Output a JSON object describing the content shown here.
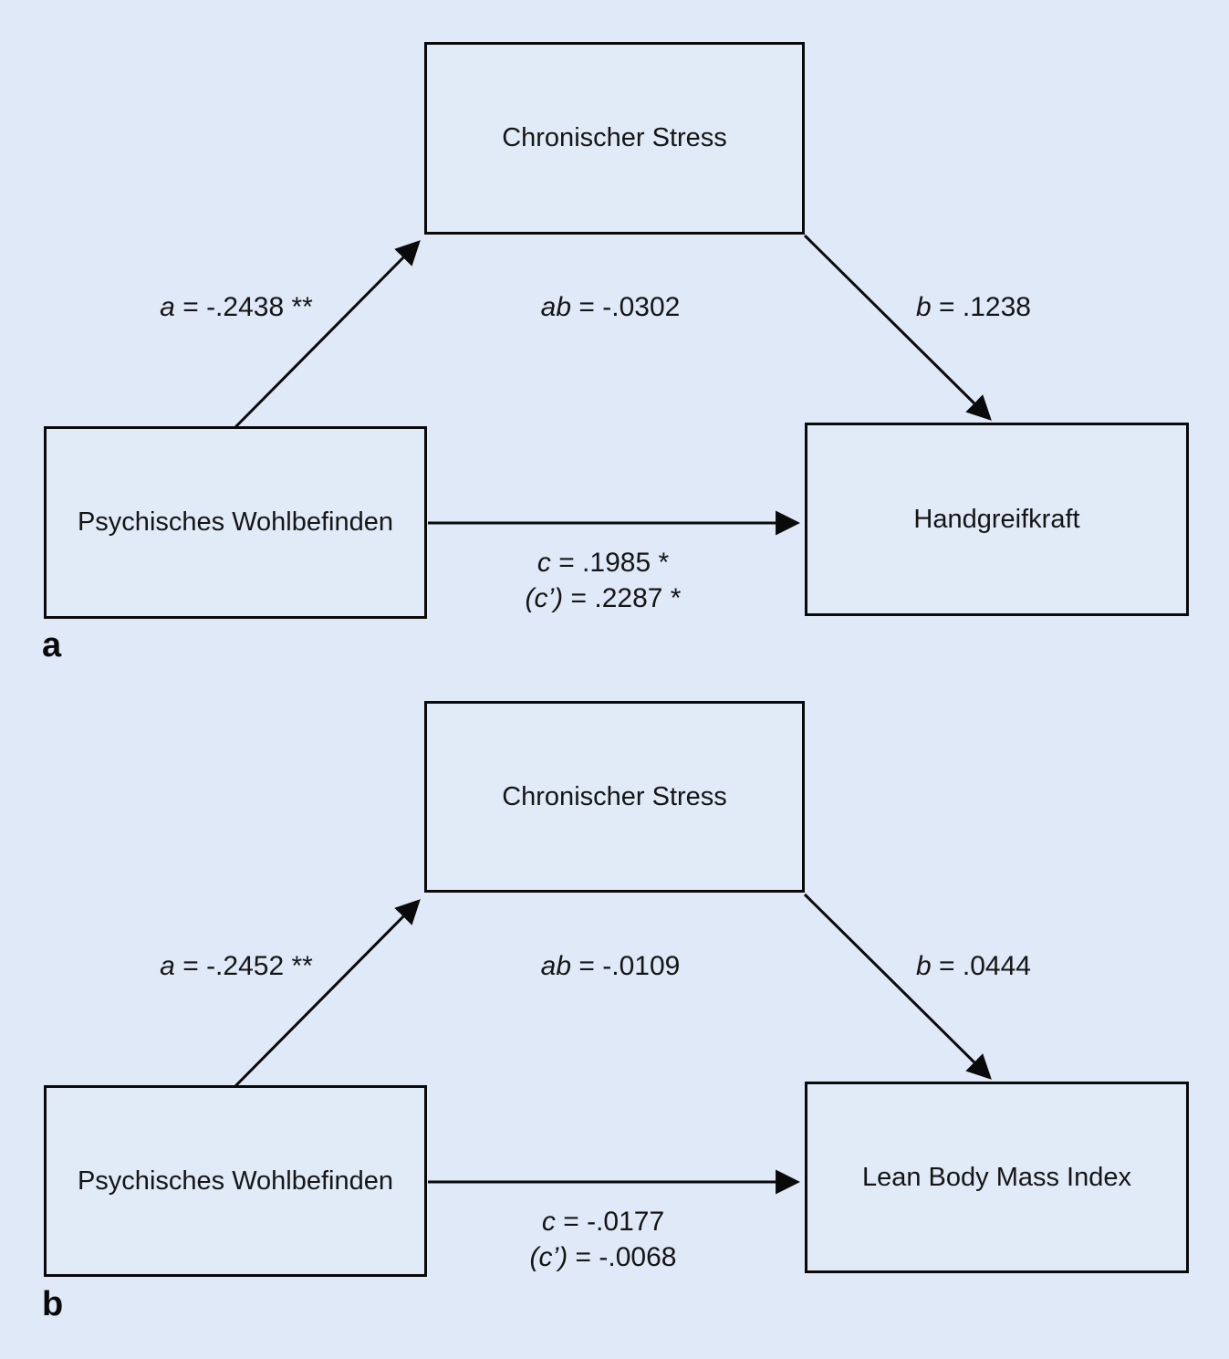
{
  "colors": {
    "background": "#dfe9f7",
    "box_fill": "#e1ebf8",
    "line": "#0a0a0a"
  },
  "panels": [
    {
      "marker": "a",
      "mediator": "Chronischer Stress",
      "predictor": "Psychisches Wohlbefinden",
      "outcome": "Handgreifkraft",
      "paths": {
        "a": {
          "var": "a",
          "value": "= -.2438 **"
        },
        "ab": {
          "var": "ab",
          "value": "= -.0302"
        },
        "b": {
          "var": "b",
          "value": "= .1238"
        },
        "c": {
          "var": "c",
          "value": "= .1985 *"
        },
        "c_prime": {
          "var": "(c’)",
          "value": "= .2287 *"
        }
      }
    },
    {
      "marker": "b",
      "mediator": "Chronischer Stress",
      "predictor": "Psychisches Wohlbefinden",
      "outcome": "Lean Body Mass Index",
      "paths": {
        "a": {
          "var": "a",
          "value": "= -.2452 **"
        },
        "ab": {
          "var": "ab",
          "value": "= -.0109"
        },
        "b": {
          "var": "b",
          "value": "= .0444"
        },
        "c": {
          "var": "c",
          "value": "= -.0177"
        },
        "c_prime": {
          "var": "(c’)",
          "value": "= -.0068"
        }
      }
    }
  ]
}
